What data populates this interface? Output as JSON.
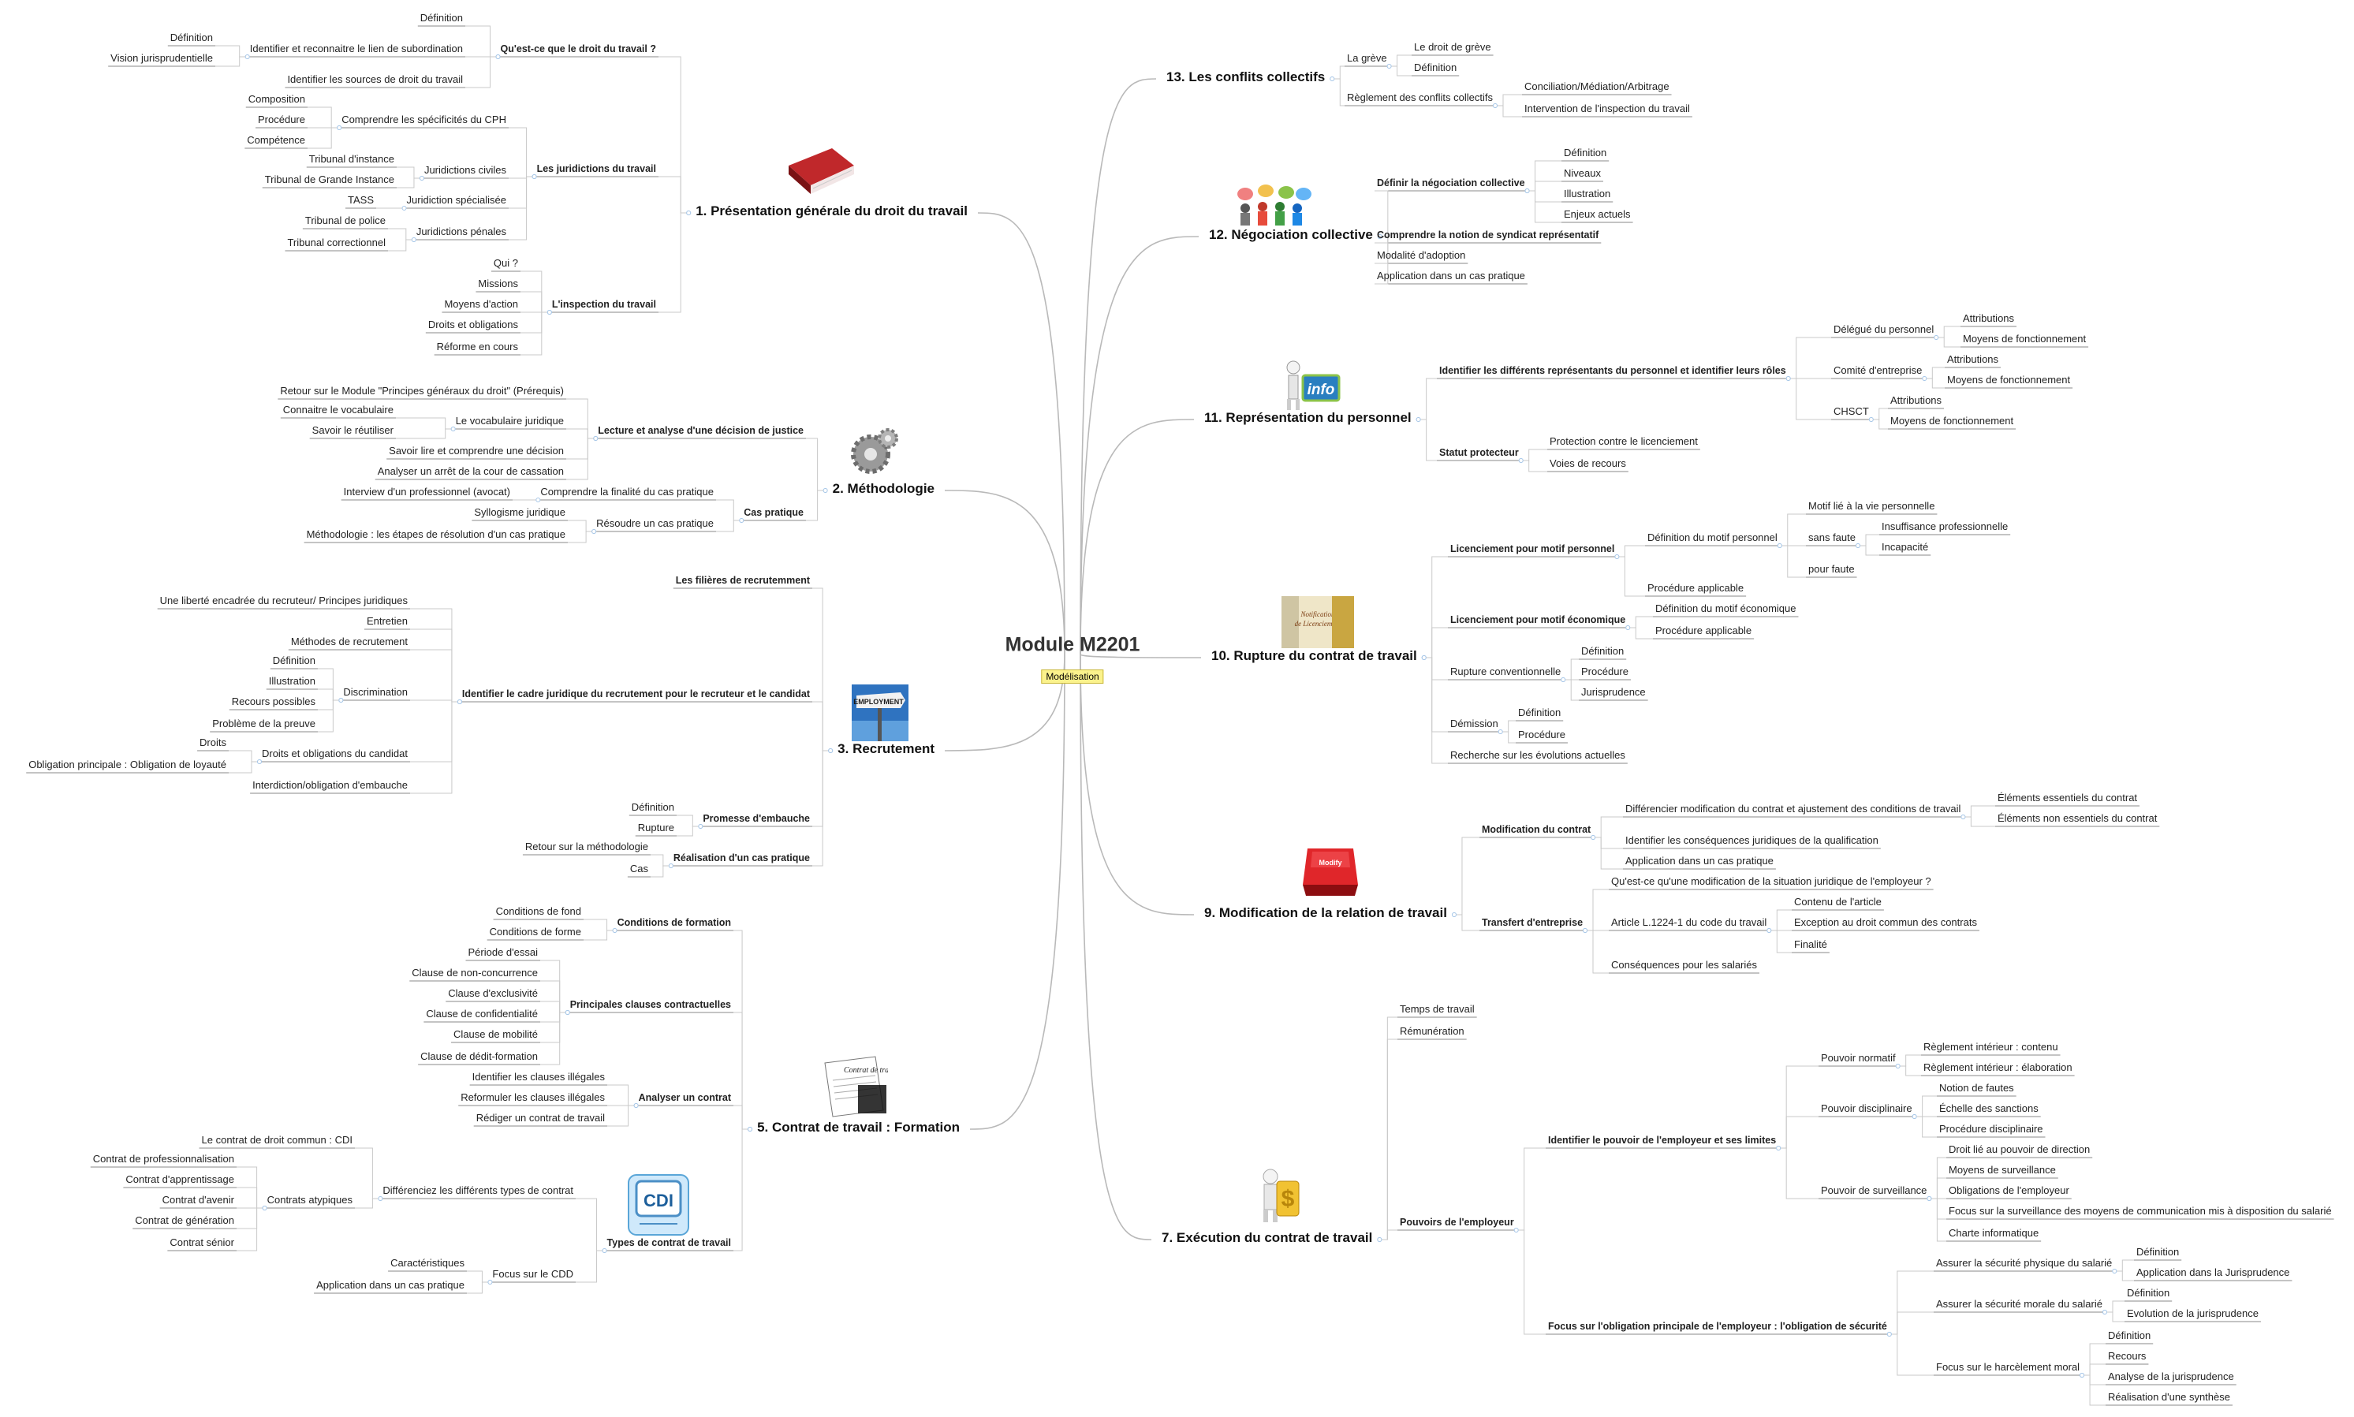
{
  "central": {
    "title": "Module M2201",
    "label": "Modélisation"
  },
  "nodes": {
    "n1": "1. Présentation générale du droit du travail",
    "n1a": "Qu'est-ce que le droit du travail ?",
    "n1a1": "Définition",
    "n1a2": "Identifier et reconnaitre le lien de subordination",
    "n1a2a": "Définition",
    "n1a2b": "Vision jurisprudentielle",
    "n1a3": "Identifier les sources de droit du travail",
    "n1b": "Les juridictions du travail",
    "n1b1": "Comprendre les spécificités du CPH",
    "n1b1a": "Composition",
    "n1b1b": "Procédure",
    "n1b1c": "Compétence",
    "n1b2": "Juridictions civiles",
    "n1b2a": "Tribunal d'instance",
    "n1b2b": "Tribunal de Grande Instance",
    "n1b3": "Juridiction spécialisée",
    "n1b3a": "TASS",
    "n1b4": "Juridictions pénales",
    "n1b4a": "Tribunal de police",
    "n1b4b": "Tribunal correctionnel",
    "n1c": "L'inspection du travail",
    "n1c1": "Qui ?",
    "n1c2": "Missions",
    "n1c3": "Moyens d'action",
    "n1c4": "Droits et obligations",
    "n1c5": "Réforme en cours",
    "n2": "2. Méthodologie",
    "n2a": "Lecture et analyse d'une décision de justice",
    "n2a1": "Retour sur le Module \"Principes généraux du droit\" (Prérequis)",
    "n2a2": "Le vocabulaire juridique",
    "n2a2a": "Connaitre le vocabulaire",
    "n2a2b": "Savoir le réutiliser",
    "n2a3": "Savoir lire et comprendre une décision",
    "n2a4": "Analyser un arrêt de la cour de cassation",
    "n2b": "Cas pratique",
    "n2b1": "Comprendre la finalité du cas pratique",
    "n2b1a": "Interview d'un professionnel (avocat)",
    "n2b2": "Résoudre un cas pratique",
    "n2b2a": "Syllogisme juridique",
    "n2b2b": "Méthodologie : les étapes de résolution d'un cas pratique",
    "n3": "3. Recrutement",
    "n3a": "Les filières de recrutemment",
    "n3b": "Identifier le cadre juridique du recrutement pour le recruteur et le candidat",
    "n3b1": "Une liberté encadrée du recruteur/ Principes juridiques",
    "n3b2": "Entretien",
    "n3b3": "Méthodes de recrutement",
    "n3b4": "Discrimination",
    "n3b4a": "Définition",
    "n3b4b": "Illustration",
    "n3b4c": "Recours possibles",
    "n3b4d": "Problème de la preuve",
    "n3b5": "Droits et obligations du candidat",
    "n3b5a": "Droits",
    "n3b5b": "Obligation principale : Obligation de loyauté",
    "n3b6": "Interdiction/obligation d'embauche",
    "n3c": "Promesse d'embauche",
    "n3c1": "Définition",
    "n3c2": "Rupture",
    "n3d": "Réalisation d'un cas pratique",
    "n3d1": "Retour sur la méthodologie",
    "n3d2": "Cas",
    "n5": "5. Contrat de travail : Formation",
    "n5a": "Conditions de formation",
    "n5a1": "Conditions de fond",
    "n5a2": "Conditions de forme",
    "n5b": "Principales clauses contractuelles",
    "n5b1": "Période d'essai",
    "n5b2": "Clause de non-concurrence",
    "n5b3": "Clause d'exclusivité",
    "n5b4": "Clause de confidentialité",
    "n5b5": "Clause de mobilité",
    "n5b6": "Clause de dédit-formation",
    "n5c": "Analyser un contrat",
    "n5c1": "Identifier les clauses illégales",
    "n5c2": "Reformuler les clauses illégales",
    "n5c3": "Rédiger un contrat de travail",
    "n5d": "Types de contrat de travail",
    "n5d1": "Différenciez les différents types de contrat",
    "n5d1a": "Le contrat de droit commun : CDI",
    "n5d1b": "Contrats atypiques",
    "n5d1b1": "Contrat de professionnalisation",
    "n5d1b2": "Contrat d'apprentissage",
    "n5d1b3": "Contrat d'avenir",
    "n5d1b4": "Contrat de génération",
    "n5d1b5": "Contrat sénior",
    "n5d2": "Focus sur le CDD",
    "n5d2a": "Caractéristiques",
    "n5d2b": "Application dans un cas pratique",
    "n13": "13. Les conflits collectifs",
    "n13a": "La grève",
    "n13a1": "Le droit de grève",
    "n13a2": "Définition",
    "n13b": "Règlement des conflits collectifs",
    "n13b1": "Conciliation/Médiation/Arbitrage",
    "n13b2": "Intervention de l'inspection du travail",
    "n12": "12. Négociation collective",
    "n12a": "Définir la négociation collective",
    "n12a1": "Définition",
    "n12a2": "Niveaux",
    "n12a3": "Illustration",
    "n12a4": "Enjeux actuels",
    "n12b": "Comprendre la notion de syndicat représentatif",
    "n12c": "Modalité d'adoption",
    "n12d": "Application dans un cas pratique",
    "n11": "11. Représentation du personnel",
    "n11a": "Identifier les différents représentants du personnel et identifier leurs rôles",
    "n11a1": "Délégué du personnel",
    "n11a1a": "Attributions",
    "n11a1b": "Moyens de fonctionnement",
    "n11a2": "Comité d'entreprise",
    "n11a2a": "Attributions",
    "n11a2b": "Moyens de fonctionnement",
    "n11a3": "CHSCT",
    "n11a3a": "Attributions",
    "n11a3b": "Moyens de fonctionnement",
    "n11b": "Statut protecteur",
    "n11b1": "Protection contre le licenciement",
    "n11b2": "Voies de recours",
    "n10": "10. Rupture du contrat de travail",
    "n10a": "Licenciement pour motif personnel",
    "n10a1": "Définition du motif personnel",
    "n10a1a": "Motif lié à la vie personnelle",
    "n10a1b": "sans faute",
    "n10a1b1": "Insuffisance professionnelle",
    "n10a1b2": "Incapacité",
    "n10a1c": "pour faute",
    "n10a2": "Procédure applicable",
    "n10b": "Licenciement pour motif économique",
    "n10b1": "Définition du motif économique",
    "n10b2": "Procédure applicable",
    "n10c": "Rupture conventionnelle",
    "n10c1": "Définition",
    "n10c2": "Procédure",
    "n10c3": "Jurisprudence",
    "n10d": "Démission",
    "n10d1": "Définition",
    "n10d2": "Procédure",
    "n10e": "Recherche sur les évolutions actuelles",
    "n9": "9. Modification de la relation de travail",
    "n9a": "Modification du contrat",
    "n9a1": "Différencier modification du contrat et ajustement des conditions de travail",
    "n9a1a": "Éléments essentiels du contrat",
    "n9a1b": "Éléments non essentiels du contrat",
    "n9a2": "Identifier les conséquences juridiques de la qualification",
    "n9a3": "Application dans un cas pratique",
    "n9b": "Transfert d'entreprise",
    "n9b1": "Qu'est-ce qu'une modification de la situation juridique de l'employeur ?",
    "n9b2": "Article L.1224-1 du code du travail",
    "n9b2a": "Contenu de l'article",
    "n9b2b": "Exception au droit commun des contrats",
    "n9b2c": "Finalité",
    "n9b3": "Conséquences pour les salariés",
    "n7": "7. Exécution du contrat de travail",
    "n7a": "Temps de travail",
    "n7b": "Rémunération",
    "n7c": "Pouvoirs de l'employeur",
    "n7c1": "Identifier le pouvoir de l'employeur et ses limites",
    "n7c1a": "Pouvoir normatif",
    "n7c1a1": "Règlement intérieur : contenu",
    "n7c1a2": "Règlement intérieur : élaboration",
    "n7c1b": "Pouvoir disciplinaire",
    "n7c1b1": "Notion de fautes",
    "n7c1b2": "Échelle des sanctions",
    "n7c1b3": "Procédure disciplinaire",
    "n7c1c": "Pouvoir de surveillance",
    "n7c1c1": "Droit lié au pouvoir de direction",
    "n7c1c2": "Moyens de surveillance",
    "n7c1c3": "Obligations de l'employeur",
    "n7c1c4": "Focus sur la surveillance des moyens de communication mis à disposition du salarié",
    "n7c1c5": "Charte informatique",
    "n7c2": "Focus sur l'obligation principale de l'employeur : l'obligation de sécurité",
    "n7c2a": "Assurer la sécurité physique du salarié",
    "n7c2a1": "Définition",
    "n7c2a2": "Application dans la Jurisprudence",
    "n7c2b": "Assurer la sécurité morale du salarié",
    "n7c2b1": "Définition",
    "n7c2b2": "Evolution de la jurisprudence",
    "n7c2c": "Focus sur le harcèlement moral",
    "n7c2c1": "Définition",
    "n7c2c2": "Recours",
    "n7c2c3": "Analyse de la jurisprudence",
    "n7c2c4": "Réalisation d'une synthèse"
  },
  "icons": {
    "book-icon": "book",
    "gears-icon": "gears",
    "signpost-icon": "EMPLOYMENT",
    "contract-icon": "Contrat de travail",
    "cdi-icon": "CDI",
    "people-icon": "people",
    "info-icon": "info",
    "dismissal-icon": "Notification de Licenciement",
    "modify-key-icon": "Modify",
    "money-icon": "$"
  },
  "colors": {
    "line": "#c9c9c9",
    "underline": "#8a8a8a",
    "label_bg": "#fbf28c"
  }
}
